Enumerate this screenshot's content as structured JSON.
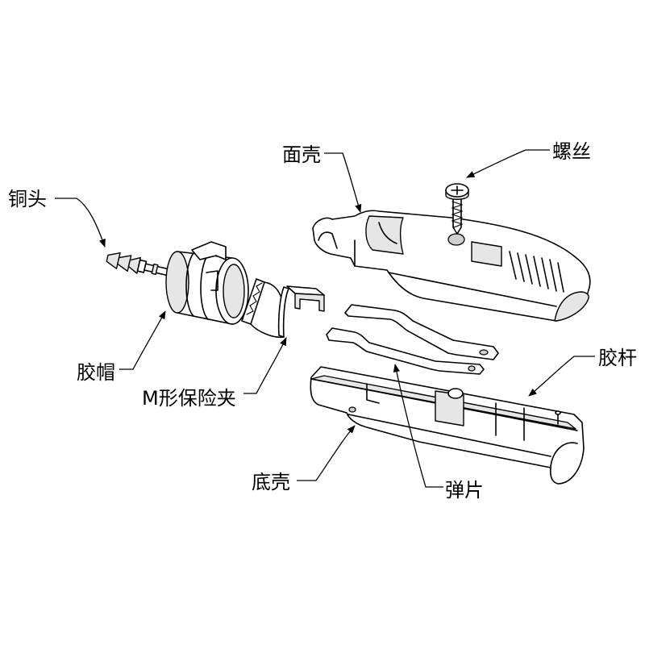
{
  "labels": {
    "copper_head": "铜头",
    "rubber_cap": "胶帽",
    "m_fuse_clip": "M形保险夹",
    "bottom_shell": "底壳",
    "top_shell": "面壳",
    "screw": "螺丝",
    "rubber_rod": "胶杆",
    "spring_plate": "弹片"
  },
  "colors": {
    "line": "#000000",
    "fill": "#ffffff",
    "shade": "#e6e6e6"
  }
}
